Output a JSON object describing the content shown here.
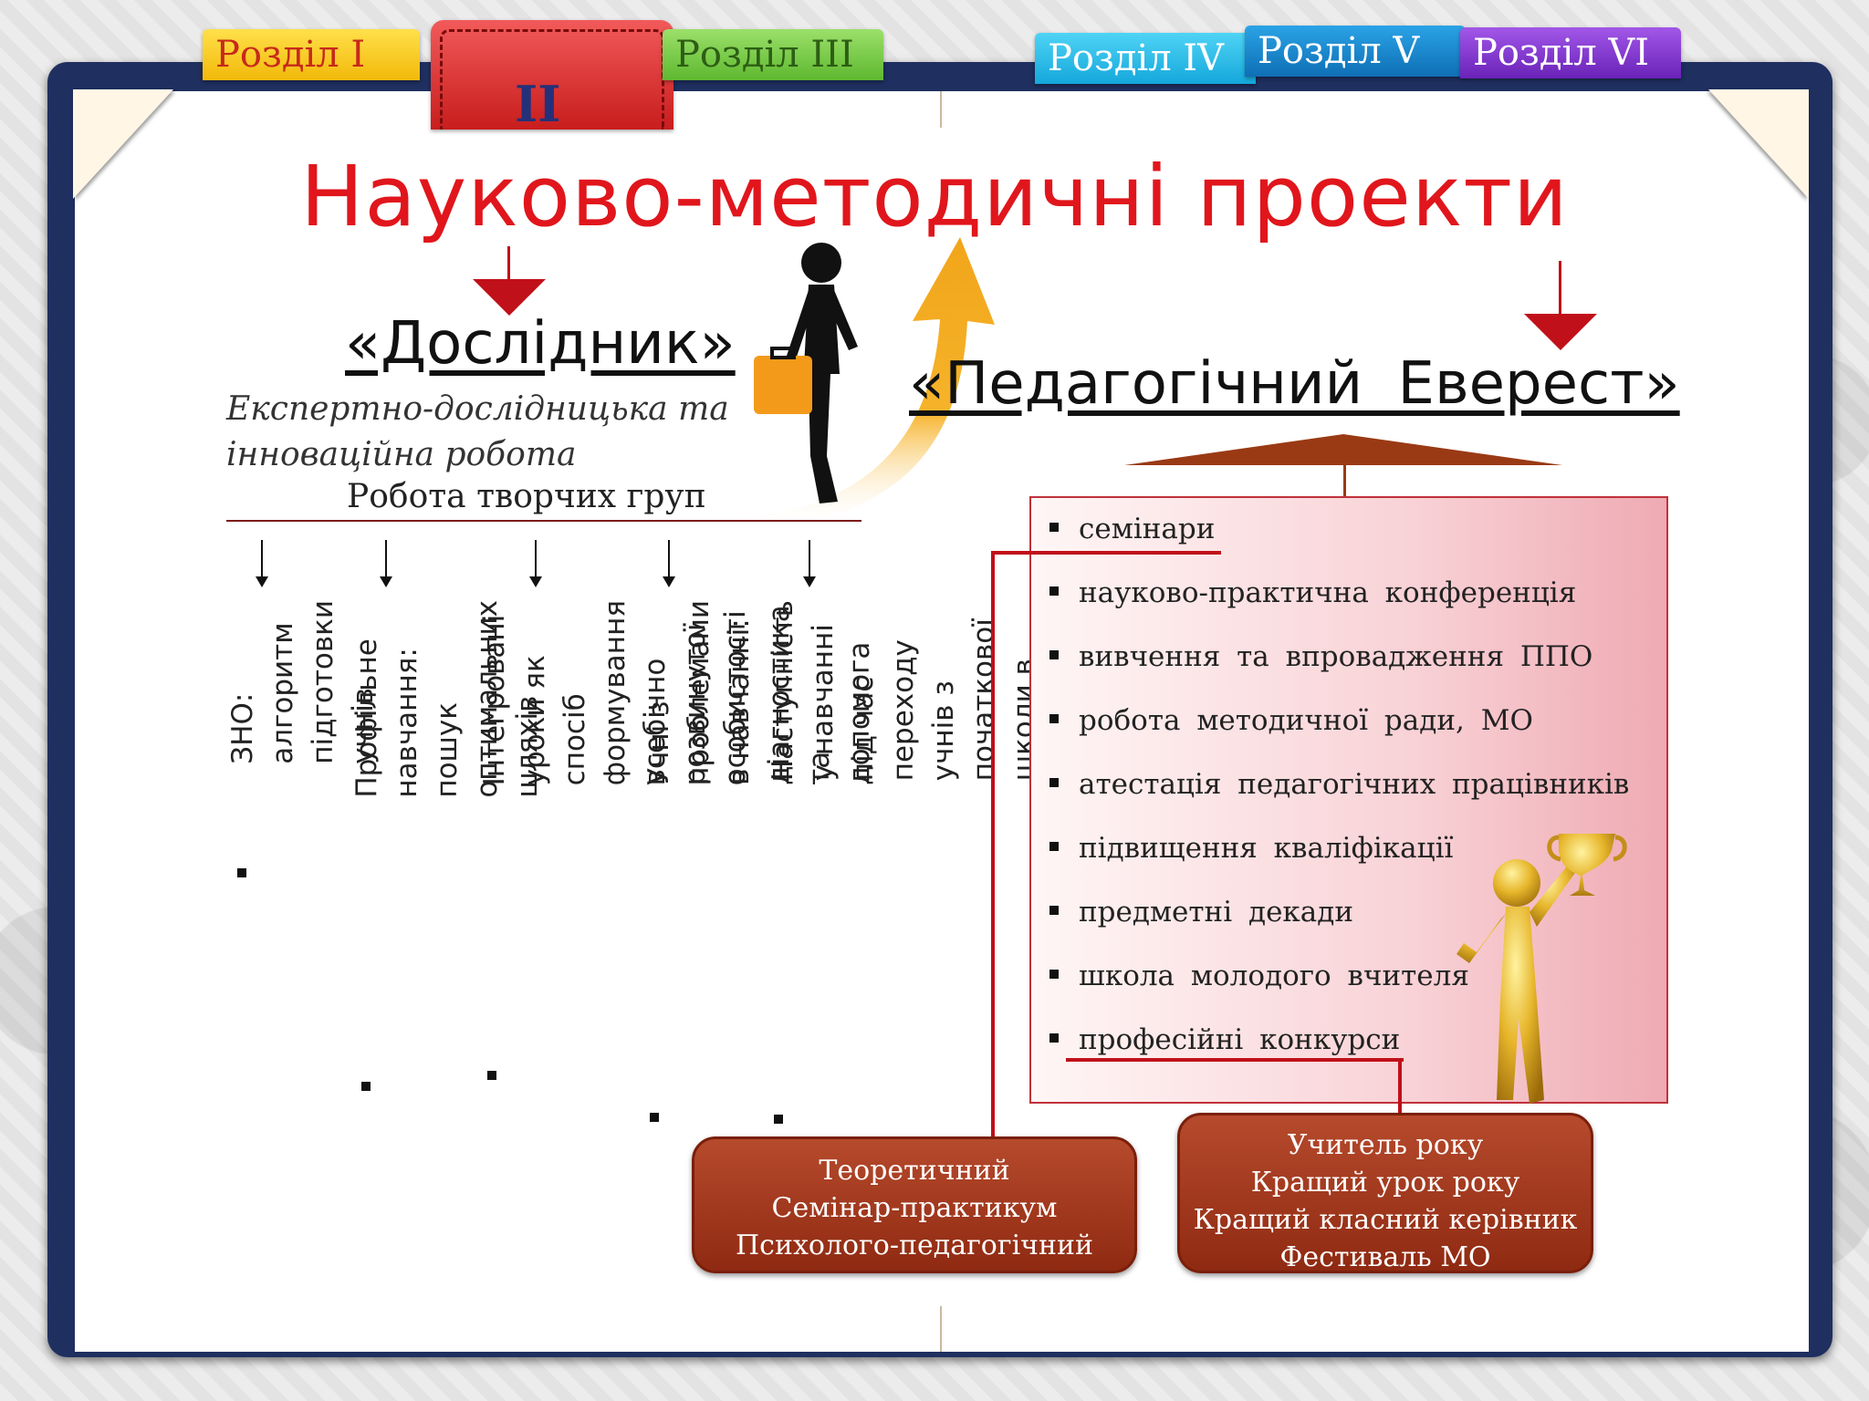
{
  "tabs": [
    {
      "label": "Розділ I"
    },
    {
      "label": "ІІ"
    },
    {
      "label": "Розділ III"
    },
    {
      "label": "Розділ IV"
    },
    {
      "label": "Розділ V"
    },
    {
      "label": "Розділ VI"
    }
  ],
  "title": "Науково-методичні проекти",
  "left": {
    "heading": "«Дослідник»",
    "subtitle_line1": "Експертно-дослідницька та",
    "subtitle_line2": "інноваційна робота",
    "groups": "Робота творчих груп",
    "columns": [
      {
        "text": "ЗНО: алгоритм\nпідготовки учнів"
      },
      {
        "text": "Профільне навчання: пошук\nоптимальних шляхів"
      },
      {
        "text": "Інтегровані уроки як спосіб\nформування всебічно\nрозвинутої особистості"
      },
      {
        "text": "Учні з проблемами в навчанні:\nдіагностика та допомога"
      },
      {
        "text": "Наступність у навчанні під час\nпереходу учнів з початкової\nшколи в школу ІІ ступеню"
      }
    ]
  },
  "right": {
    "heading": "«Педагогічний Еверест»",
    "items": [
      "семінари",
      "науково-практична конференція",
      "вивчення та впровадження ППО",
      "робота методичної ради, МО",
      "атестація педагогічних працівників",
      "підвищення кваліфікації",
      "предметні декади",
      "школа молодого вчителя",
      "професійні конкурси"
    ]
  },
  "pill_seminars": [
    "Теоретичний",
    "Семінар-практикум",
    "Психолого-педагогічний"
  ],
  "pill_contests": [
    "Учитель року",
    "Кращий урок року",
    "Кращий класний керівник",
    "Фестиваль МО"
  ],
  "colors": {
    "frame": "#1f2f5f",
    "title": "#e0161c",
    "arrow": "#c0101a",
    "pill": "#9b3518"
  }
}
